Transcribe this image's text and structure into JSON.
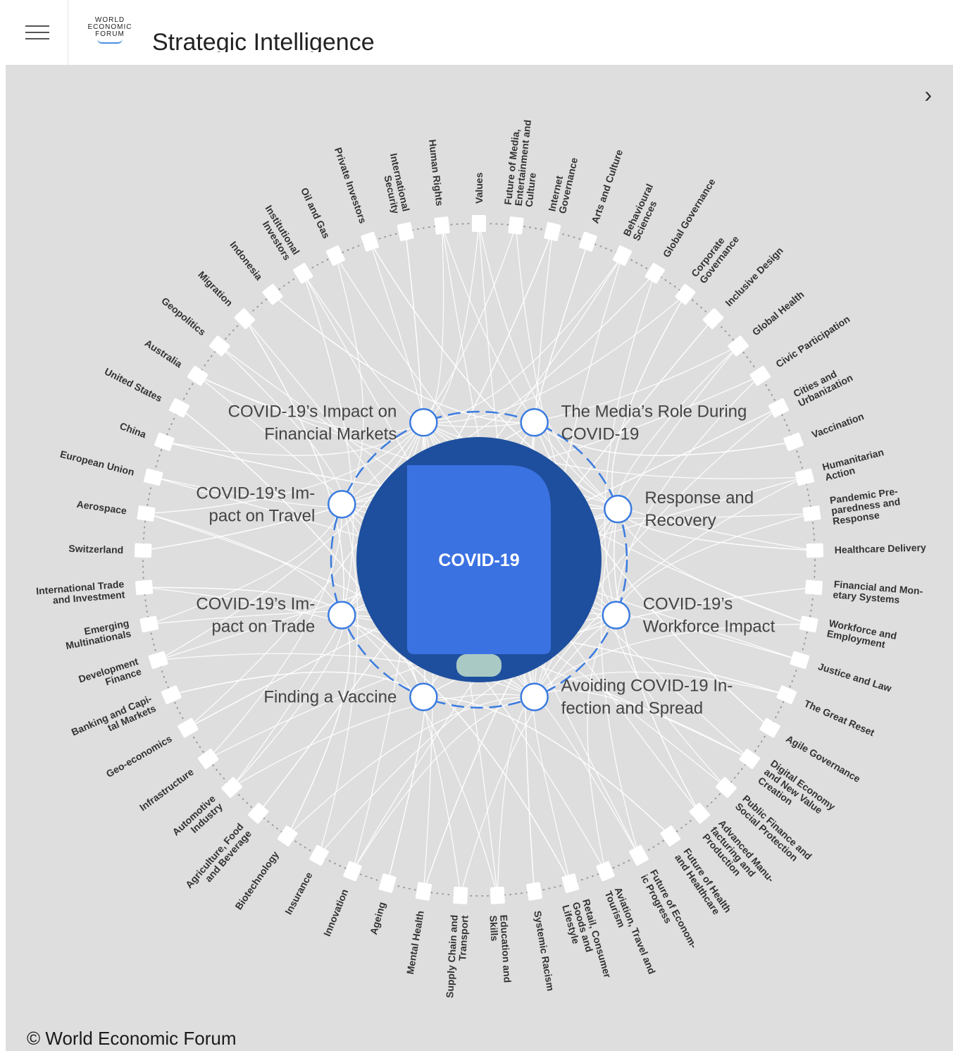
{
  "header": {
    "menu_icon": "hamburger-icon",
    "logo_lines": [
      "WORLD",
      "ECONOMIC",
      "FORUM"
    ],
    "title": "Strategic Intelligence"
  },
  "nav": {
    "next_icon": "chevron-right-icon",
    "next_glyph": "›"
  },
  "center": {
    "label": "COVID-19",
    "color": "#2a62c9"
  },
  "key_issues": [
    {
      "lines": [
        "COVID-19’s Impact on",
        "Financial Markets"
      ]
    },
    {
      "lines": [
        "The Media’s Role During",
        "COVID-19"
      ]
    },
    {
      "lines": [
        "Response and",
        "Recovery"
      ]
    },
    {
      "lines": [
        "COVID-19’s",
        "Workforce Impact"
      ]
    },
    {
      "lines": [
        "Avoiding COVID-19 In-",
        "fection and Spread"
      ]
    },
    {
      "lines": [
        "Finding a Vaccine"
      ]
    },
    {
      "lines": [
        "COVID-19’s Im-",
        "pact on Trade"
      ]
    },
    {
      "lines": [
        "COVID-19’s Im-",
        "pact on Travel"
      ]
    }
  ],
  "topics": [
    [
      "Values"
    ],
    [
      "Future of Media,",
      "Entertainment and",
      "Culture"
    ],
    [
      "Internet",
      "Governance"
    ],
    [
      "Arts and Culture"
    ],
    [
      "Behavioural",
      "Sciences"
    ],
    [
      "Global Governance"
    ],
    [
      "Corporate",
      "Governance"
    ],
    [
      "Inclusive Design"
    ],
    [
      "Global Health"
    ],
    [
      "Civic Participation"
    ],
    [
      "Cities and",
      "Urbanization"
    ],
    [
      "Vaccination"
    ],
    [
      "Humanitarian",
      "Action"
    ],
    [
      "Pandemic Pre-",
      "paredness and",
      "Response"
    ],
    [
      "Healthcare Delivery"
    ],
    [
      "Financial and Mon-",
      "etary Systems"
    ],
    [
      "Workforce and",
      "Employment"
    ],
    [
      "Justice and Law"
    ],
    [
      "The Great Reset"
    ],
    [
      "Agile Governance"
    ],
    [
      "Digital Economy",
      "and New Value",
      "Creation"
    ],
    [
      "Public Finance and",
      "Social Protection"
    ],
    [
      "Advanced Manu-",
      "facturing and",
      "Production"
    ],
    [
      "Future of Health",
      "and Healthcare"
    ],
    [
      "Future of Econom-",
      "ic Progress"
    ],
    [
      "Aviation, Travel and",
      "Tourism"
    ],
    [
      "Retail, Consumer",
      "Goods and",
      "Lifestyle"
    ],
    [
      "Systemic Racism"
    ],
    [
      "Education and",
      "Skills"
    ],
    [
      "Supply Chain and",
      "Transport"
    ],
    [
      "Mental Health"
    ],
    [
      "Ageing"
    ],
    [
      "Innovation"
    ],
    [
      "Insurance"
    ],
    [
      "Biotechnology"
    ],
    [
      "Agriculture, Food",
      "and Beverage"
    ],
    [
      "Automotive",
      "Industry"
    ],
    [
      "Infrastructure"
    ],
    [
      "Geo-economics"
    ],
    [
      "Banking and Capi-",
      "tal Markets"
    ],
    [
      "Development",
      "Finance"
    ],
    [
      "Emerging",
      "Multinationals"
    ],
    [
      "International Trade",
      "and Investment"
    ],
    [
      "Switzerland"
    ],
    [
      "Aerospace"
    ],
    [
      "European Union"
    ],
    [
      "China"
    ],
    [
      "United States"
    ],
    [
      "Australia"
    ],
    [
      "Geopolitics"
    ],
    [
      "Migration"
    ],
    [
      "Indonesia"
    ],
    [
      "Institutional",
      "Investors"
    ],
    [
      "Oil and Gas"
    ],
    [
      "Private Investors"
    ],
    [
      "International",
      "Security"
    ],
    [
      "Human Rights"
    ]
  ],
  "footer": {
    "copyright": "© World Economic Forum"
  }
}
